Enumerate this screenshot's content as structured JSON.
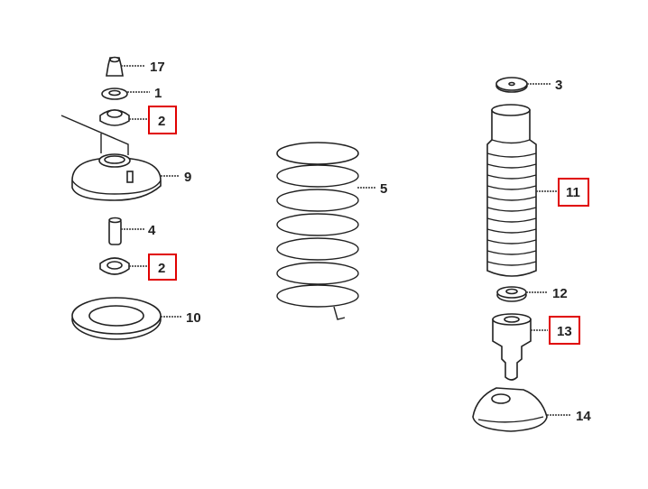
{
  "diagram": {
    "callouts": {
      "part_17": "17",
      "part_1": "1",
      "part_2_upper": "2",
      "part_9": "9",
      "part_4": "4",
      "part_2_lower": "2",
      "part_10": "10",
      "part_5": "5",
      "part_3": "3",
      "part_11": "11",
      "part_12": "12",
      "part_13": "13",
      "part_14": "14"
    },
    "highlight_color": "#e00000"
  }
}
